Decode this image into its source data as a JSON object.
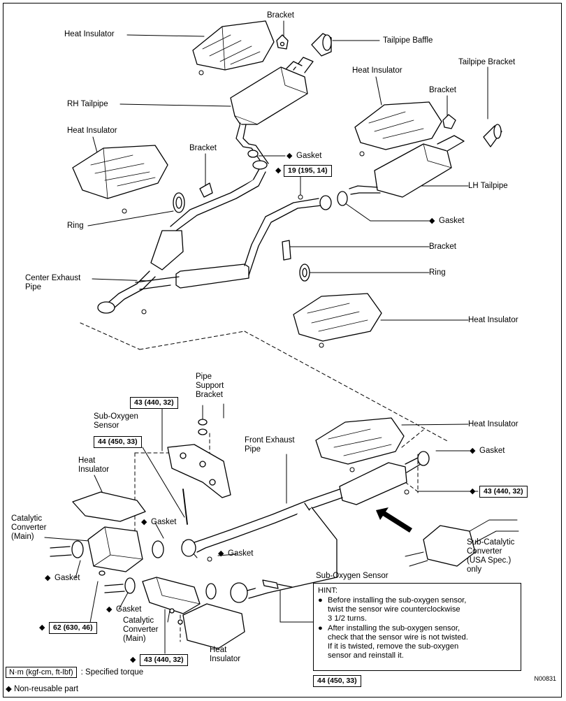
{
  "labels": {
    "heat_insulator_1": "Heat Insulator",
    "bracket_1": "Bracket",
    "tailpipe_baffle": "Tailpipe Baffle",
    "tailpipe_bracket": "Tailpipe Bracket",
    "heat_insulator_2": "Heat Insulator",
    "rh_tailpipe": "RH Tailpipe",
    "bracket_2": "Bracket",
    "heat_insulator_3": "Heat Insulator",
    "bracket_3": "Bracket",
    "gasket_1": "Gasket",
    "lh_tailpipe": "LH Tailpipe",
    "ring_1": "Ring",
    "gasket_2": "Gasket",
    "bracket_4": "Bracket",
    "center_exhaust_pipe": "Center Exhaust\nPipe",
    "ring_2": "Ring",
    "heat_insulator_4": "Heat Insulator",
    "pipe_support_bracket": "Pipe\nSupport\nBracket",
    "sub_oxygen_sensor_1": "Sub-Oxygen\nSensor",
    "heat_insulator_5": "Heat Insulator",
    "front_exhaust_pipe": "Front Exhaust\nPipe",
    "heat_insulator_6": "Heat\nInsulator",
    "gasket_3": "Gasket",
    "catalytic_converter_1": "Catalytic\nConverter\n(Main)",
    "gasket_4": "Gasket",
    "gasket_5": "Gasket",
    "sub_catalytic_converter": "Sub-Catalytic\nConverter\n(USA Spec.)\nonly",
    "gasket_6": "Gasket",
    "sub_oxygen_sensor_2": "Sub-Oxygen Sensor",
    "gasket_7": "Gasket",
    "catalytic_converter_2": "Catalytic\nConverter\n(Main)",
    "heat_insulator_7": "Heat\nInsulator"
  },
  "torques": {
    "t1": "19 (195, 14)",
    "t2": "43 (440, 32)",
    "t3": "44 (450, 33)",
    "t4": "43 (440, 32)",
    "t5": "62 (630, 46)",
    "t6": "43 (440, 32)",
    "t7": "44 (450, 33)"
  },
  "hint": {
    "title": "HINT:",
    "items": [
      "Before installing the sub-oxygen sensor,\n  twist the sensor wire counterclockwise\n  3 1/2 turns.",
      "After installing the sub-oxygen sensor,\ncheck that the sensor wire is not twisted.\nIf it is twisted, remove the sub-oxygen\nsensor and reinstall it."
    ]
  },
  "legend": {
    "torque_box": "N·m (kgf-cm, ft-lbf)",
    "torque_text": ":  Specified torque",
    "nonreusable_text": "Non-reusable part"
  },
  "symbols": {
    "diamond": "◆",
    "bullet": "●"
  },
  "figure_code": "N00831"
}
